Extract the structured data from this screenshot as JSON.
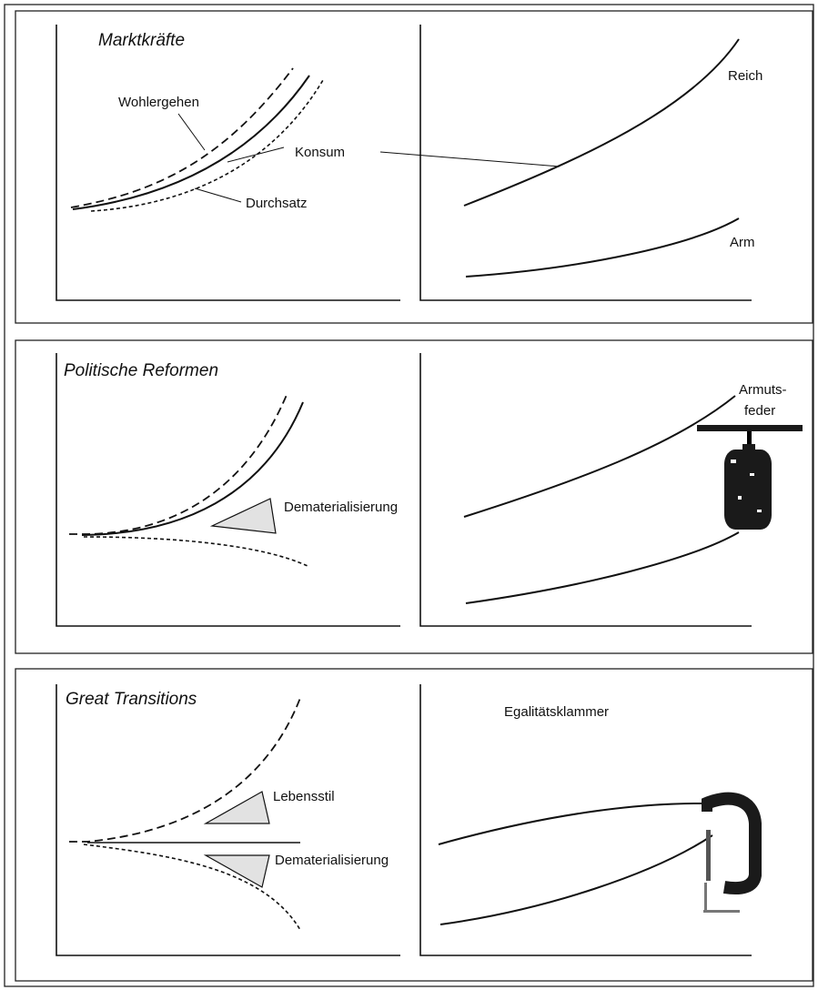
{
  "panels": [
    {
      "title": "Marktkräfte",
      "labels": {
        "wohlergehen": "Wohlergehen",
        "konsum": "Konsum",
        "durchsatz": "Durchsatz",
        "reich": "Reich",
        "arm": "Arm"
      }
    },
    {
      "title": "Politische Reformen",
      "labels": {
        "dematerialisierung": "Dematerialisierung",
        "armutsfeder_line1": "Armuts-",
        "armutsfeder_line2": "feder"
      }
    },
    {
      "title": "Great Transitions",
      "labels": {
        "lebensstil": "Lebensstil",
        "dematerialisierung": "Dematerialisierung",
        "egalitaetsklammer": "Egalitätsklammer"
      }
    }
  ],
  "icons": {
    "spring": "spring-weight-icon",
    "clamp": "c-clamp-icon"
  }
}
